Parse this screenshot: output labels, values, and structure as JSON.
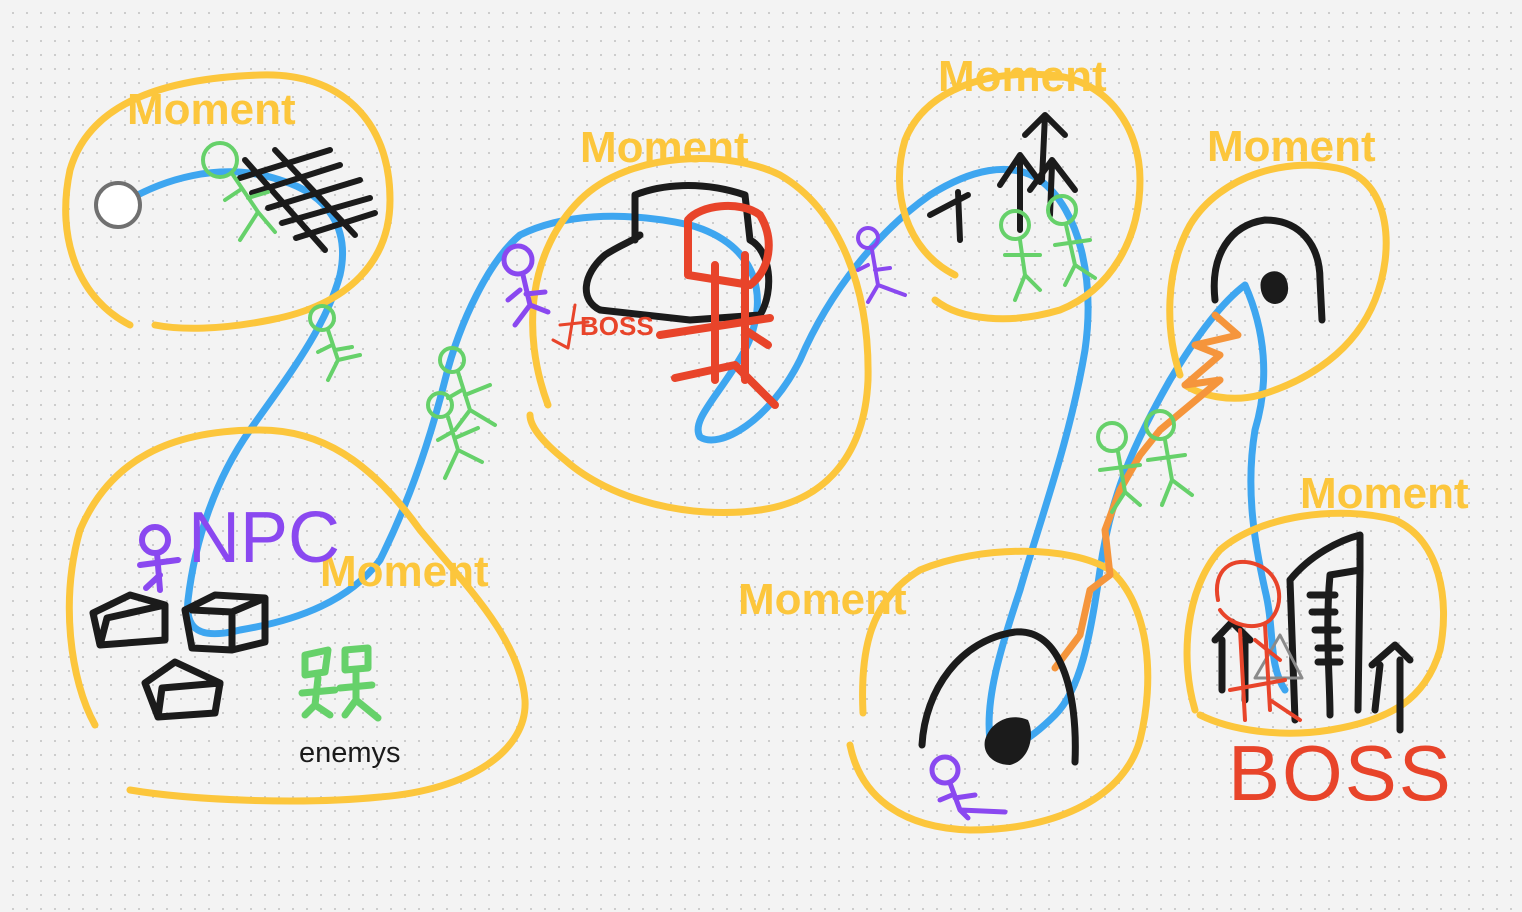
{
  "colors": {
    "background": "#f3f3f3",
    "path": "#3ea6f0",
    "moment": "#fcc63c",
    "player": "#8a48f0",
    "enemy": "#66d16a",
    "boss": "#e8442a",
    "ink": "#1b1b1b",
    "orange": "#f5953c"
  },
  "labels": {
    "moment": "Moment",
    "npc": "NPC",
    "enemys": "enemys",
    "boss_small": "BOSS",
    "boss_large": "BOSS"
  },
  "icons": [
    "start-node-icon",
    "player-figure-icon",
    "enemy-figure-icon",
    "boss-figure-icon",
    "house-icon",
    "cave-icon",
    "tower-icon",
    "bridge-icon"
  ]
}
